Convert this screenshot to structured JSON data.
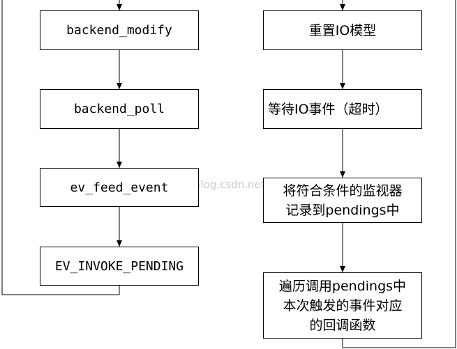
{
  "left_column": {
    "steps": [
      "backend_modify",
      "backend_poll",
      "ev_feed_event",
      "EV_INVOKE_PENDING"
    ]
  },
  "right_column": {
    "steps": [
      "重置IO模型",
      "等待IO事件（超时）",
      "将符合条件的监视器\n记录到pendings中",
      "遍历调用pendings中\n本次触发的事件对应\n的回调函数"
    ]
  },
  "watermark": "http://blog.csdn.net/"
}
